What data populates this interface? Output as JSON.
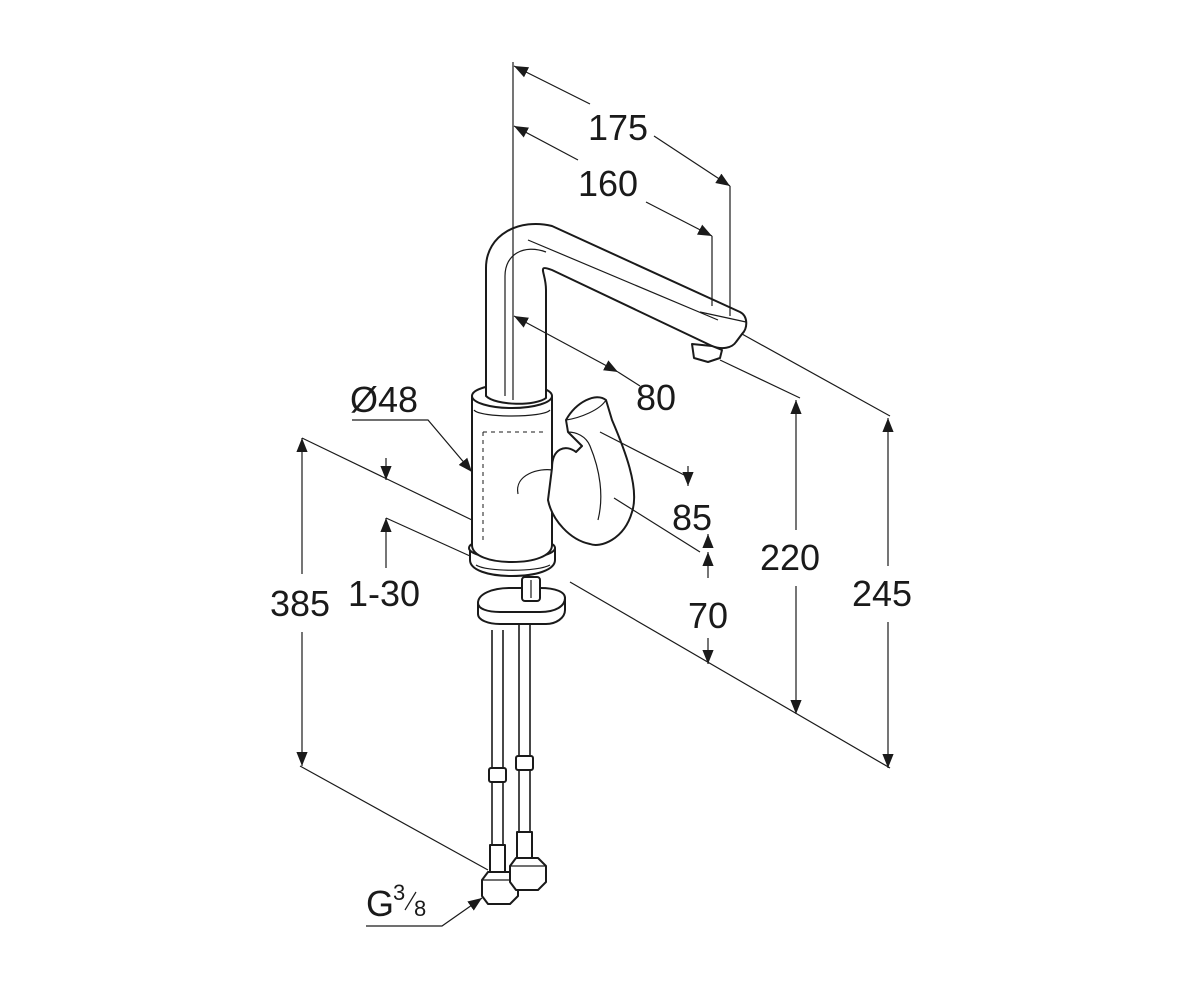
{
  "dimensions": {
    "spout_reach_outer": "175",
    "spout_reach_inner": "160",
    "handle_offset": "80",
    "body_diameter": "Ø48",
    "handle_height": "85",
    "base_height": "70",
    "deck_thickness": "1-30",
    "spout_height": "220",
    "total_height": "245",
    "hose_length": "385",
    "connector_thread_prefix": "G",
    "connector_thread_numerator": "3",
    "connector_thread_denominator": "8"
  },
  "colors": {
    "ink": "#1a1a1a",
    "background": "#ffffff"
  }
}
